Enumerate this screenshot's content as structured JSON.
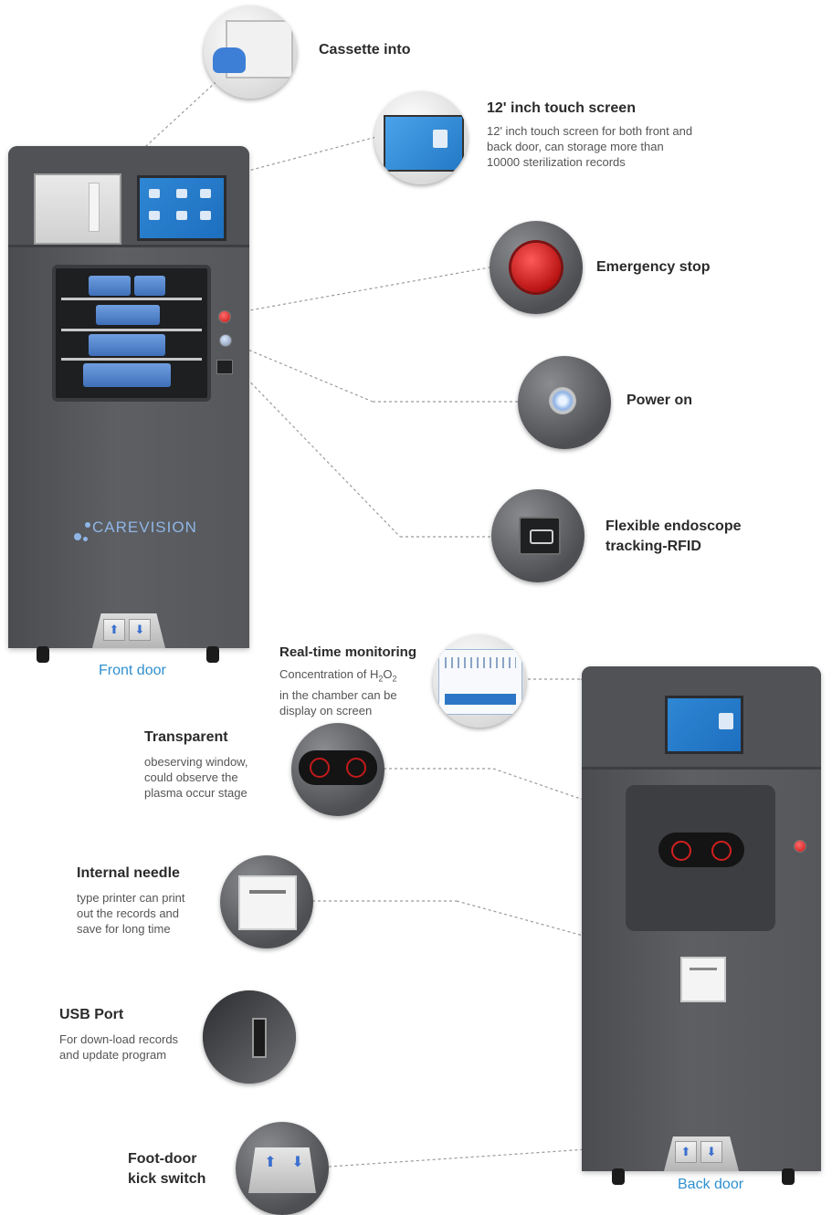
{
  "colors": {
    "accent": "#2f8fd0",
    "body": "#55575b",
    "screen": "#2a7ec8",
    "stop": "#c41616"
  },
  "features": {
    "cassette": {
      "title": "Cassette into"
    },
    "touch_screen": {
      "title": "12' inch touch screen",
      "desc": "12' inch touch screen for both front and back door, can storage more than 10000 sterilization records"
    },
    "emergency_stop": {
      "title": "Emergency stop"
    },
    "power_on": {
      "title": "Power on"
    },
    "rfid": {
      "title_line1": "Flexible endoscope",
      "title_line2": "tracking-RFID"
    },
    "monitoring": {
      "title": "Real-time monitoring",
      "desc_line1": "Concentration of H",
      "sub1": "2",
      "mid": "O",
      "sub2": "2",
      "desc_line2": "in the chamber can be",
      "desc_line3": "display on screen"
    },
    "transparent": {
      "title": "Transparent",
      "desc": "obeserving window, could observe the plasma occur stage"
    },
    "printer": {
      "title": "Internal needle",
      "desc": "type printer can print out the records and save for long time"
    },
    "usb": {
      "title": "USB Port",
      "desc": "For down-load records and update program"
    },
    "foot_switch": {
      "title_line1": "Foot-door",
      "title_line2": "kick switch"
    }
  },
  "machines": {
    "front": {
      "caption": "Front door",
      "logo": "CAREVISION"
    },
    "back": {
      "caption": "Back door"
    }
  },
  "icons": [
    "emergency-stop-icon",
    "power-button-icon",
    "rfid-card-icon",
    "printer-icon",
    "usb-port-icon",
    "foot-pedal-icon",
    "arrow-up-icon"
  ]
}
